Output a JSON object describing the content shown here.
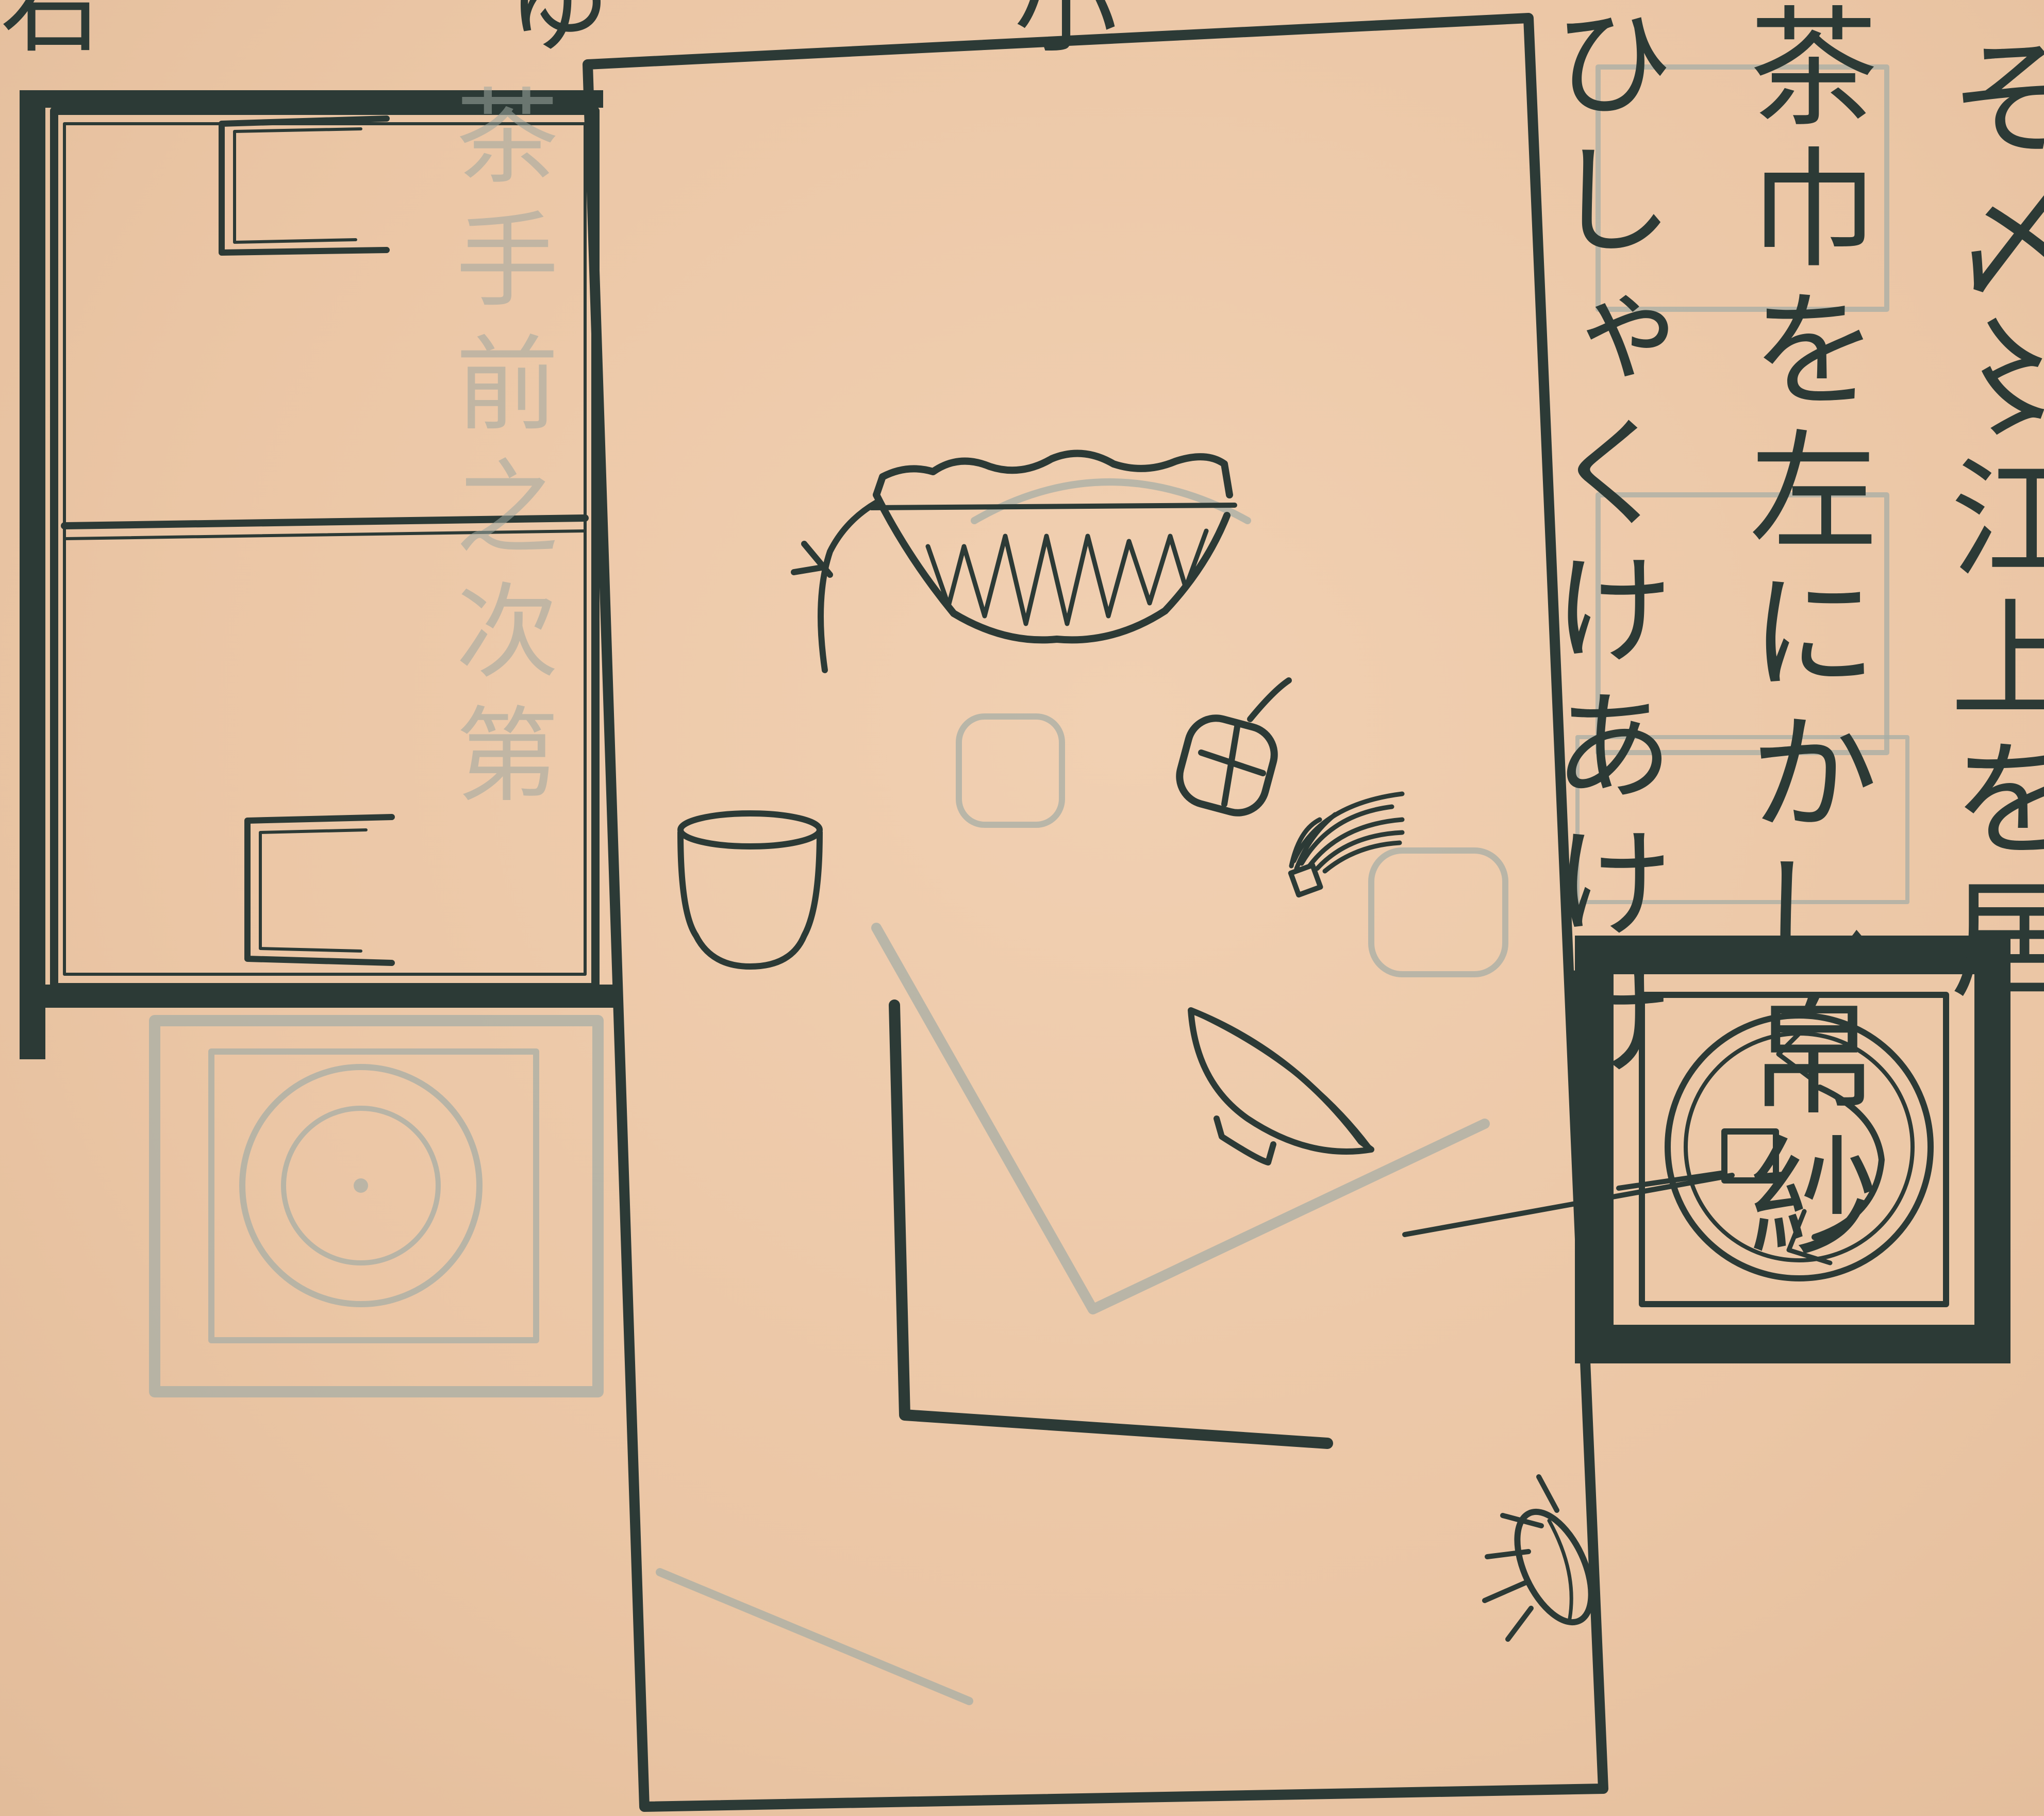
{
  "page": {
    "text_columns": [
      "そ〆〻江上を居",
      "茶巾を左にかし帛紗",
      "ひしゃくけあけけ"
    ],
    "top_fragment": "右 ゆ 小",
    "bleed_through_text": "茶手前之次第"
  },
  "colors": {
    "paper": "#ecc8a7",
    "ink": "#2c3a36",
    "bleed_through": "#a7aea6"
  },
  "drawn_items": [
    "tana-shelf",
    "mizusashi-water-jar",
    "natsume-tea-caddy",
    "chasen-whisk",
    "kensui-waste-water-cup",
    "chawan-tea-bowl",
    "hishaku-ladle",
    "ro-sunken-hearth",
    "insect"
  ]
}
